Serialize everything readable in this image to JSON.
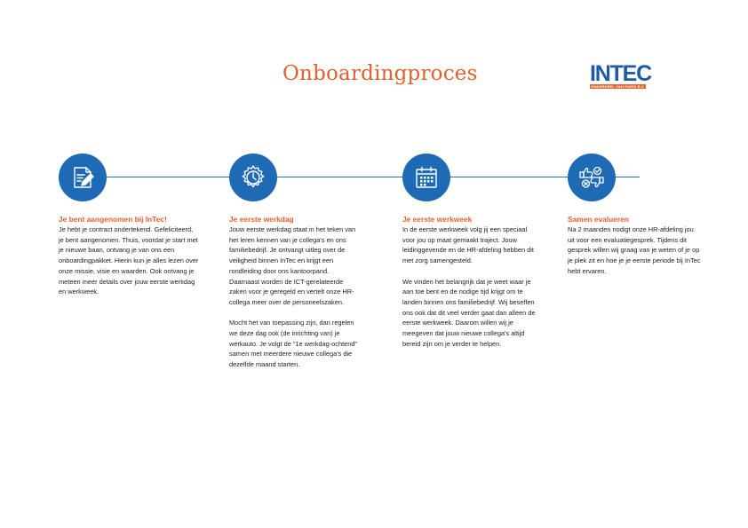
{
  "page": {
    "title": "Onboardingproces"
  },
  "logo": {
    "name": "INTEC",
    "tagline": "ONDERDEEL VAN PARIS B.V.",
    "colors": {
      "blue": "#1e5aa8",
      "orange": "#e2602c"
    }
  },
  "colors": {
    "accent": "#e2602c",
    "primary": "#1e6ab5"
  },
  "steps": [
    {
      "icon": "contract-pen-icon",
      "heading": "Je bent aangenomen bij InTec!",
      "paragraphs": [
        "Je hebt je contract ondertekend. Gefeliciteerd, je bent aangenomen. Thuis, voordat je start met je nieuwe baan, ontvang je van ons een onboardingpakket. Hierin kun je alles lezen over onze missie, visie en waarden. Ook ontvang je meteen meer details over jouw eerste werkdag en werkweek."
      ]
    },
    {
      "icon": "gear-clock-icon",
      "heading": "Je eerste werkdag",
      "paragraphs": [
        "Jouw eerste werkdag staat in het teken van het leren kennen van je collega's en ons familiebedrijf. Je ontvangt uitleg over de veiligheid binnen InTec en krijgt een rondleiding door ons kantoorpand. Daarnaast worden de ICT-gerelateerde zaken voor je geregeld en vertelt onze HR-collega meer over de personeelszaken.",
        "Mocht het van toepassing zijn, dan regelen we deze dag ook (de inrichting van) je werkauto. Je volgt de \"1e werkdag-ochtend\" samen met meerdere nieuwe collega's die dezelfde maand starten."
      ]
    },
    {
      "icon": "calendar-icon",
      "heading": "Je eerste werkweek",
      "paragraphs": [
        "In de eerste werkweek volg jij een speciaal voor jou op maat gemaakt traject. Jouw leidinggevende en de HR-afdeling hebben dit met zorg samengesteld.",
        "We vinden het belangrijk dat je weet waar je aan toe bent en de nodige tijd krijgt om te landen binnen ons familiebedrijf. Wij beseffen ons ook dat dit veel verder gaat dan alleen de eerste werkweek. Daarom willen wij je meegeven dat jouw nieuwe collega's altijd bereid zijn om je verder te helpen."
      ]
    },
    {
      "icon": "evaluation-thumbs-icon",
      "heading": "Samen evalueren",
      "paragraphs": [
        "Na 2 maanden nodigt onze HR-afdeling jou uit voor een evaluatiegesprek. Tijdens dit gesprek willen wij graag van je weten of je op je plek zit en hoe je je eerste periode bij InTec hebt ervaren."
      ]
    }
  ]
}
